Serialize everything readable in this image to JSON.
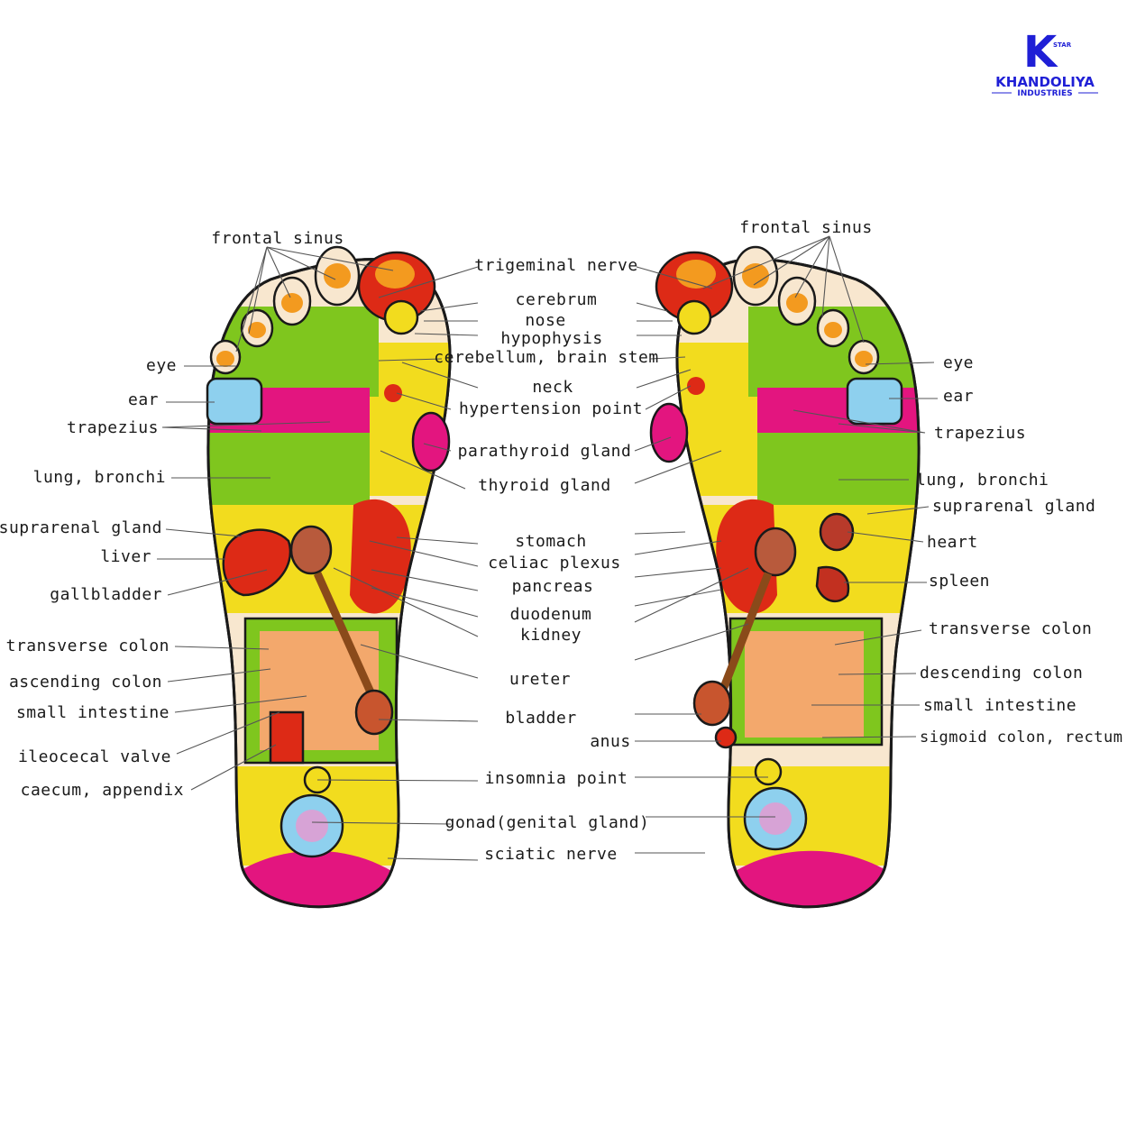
{
  "logo": {
    "mark": "K",
    "tag": "STAR",
    "name": "KHANDOLIYA",
    "sub": "INDUSTRIES"
  },
  "colors": {
    "outline": "#1a1a1a",
    "skin": "#f8e7cf",
    "yellow": "#f2dc1e",
    "green": "#7fc61e",
    "magenta": "#e3157f",
    "red": "#dd2a16",
    "orange": "#f39a1f",
    "blue": "#8ed0ee",
    "brand": "#1f1fd6"
  },
  "labels": {
    "frontal_sinus_l": "frontal sinus",
    "frontal_sinus_r": "frontal sinus",
    "eye_l": "eye",
    "eye_r": "eye",
    "ear_l": "ear",
    "ear_r": "ear",
    "trapezius_l": "trapezius",
    "trapezius_r": "trapezius",
    "lung_bronchi_l": "lung, bronchi",
    "lung_bronchi_r": "lung, bronchi",
    "suprarenal_gland_l": "suprarenal gland",
    "suprarenal_gland_r": "suprarenal gland",
    "liver": "liver",
    "gallbladder": "gallbladder",
    "heart": "heart",
    "spleen": "spleen",
    "transverse_colon_l": "transverse colon",
    "transverse_colon_r": "transverse colon",
    "ascending_colon": "ascending colon",
    "descending_colon": "descending colon",
    "small_intestine_l": "small intestine",
    "small_intestine_r": "small intestine",
    "ileocecal_valve": "ileocecal valve",
    "sigmoid_colon": "sigmoid colon, rectum",
    "caecum_appendix": "caecum, appendix",
    "trigeminal_nerve": "trigeminal nerve",
    "cerebrum": "cerebrum",
    "nose": "nose",
    "hypophysis": "hypophysis",
    "cerebellum": "cerebellum, brain stem",
    "neck": "neck",
    "hypertension_point": "hypertension point",
    "parathyroid_gland": "parathyroid gland",
    "thyroid_gland": "thyroid gland",
    "stomach": "stomach",
    "celiac_plexus": "celiac plexus",
    "pancreas": "pancreas",
    "duodenum": "duodenum",
    "kidney": "kidney",
    "ureter": "ureter",
    "bladder": "bladder",
    "anus": "anus",
    "insomnia_point": "insomnia point",
    "gonad": "gonad(genital gland)",
    "sciatic_nerve": "sciatic nerve"
  }
}
